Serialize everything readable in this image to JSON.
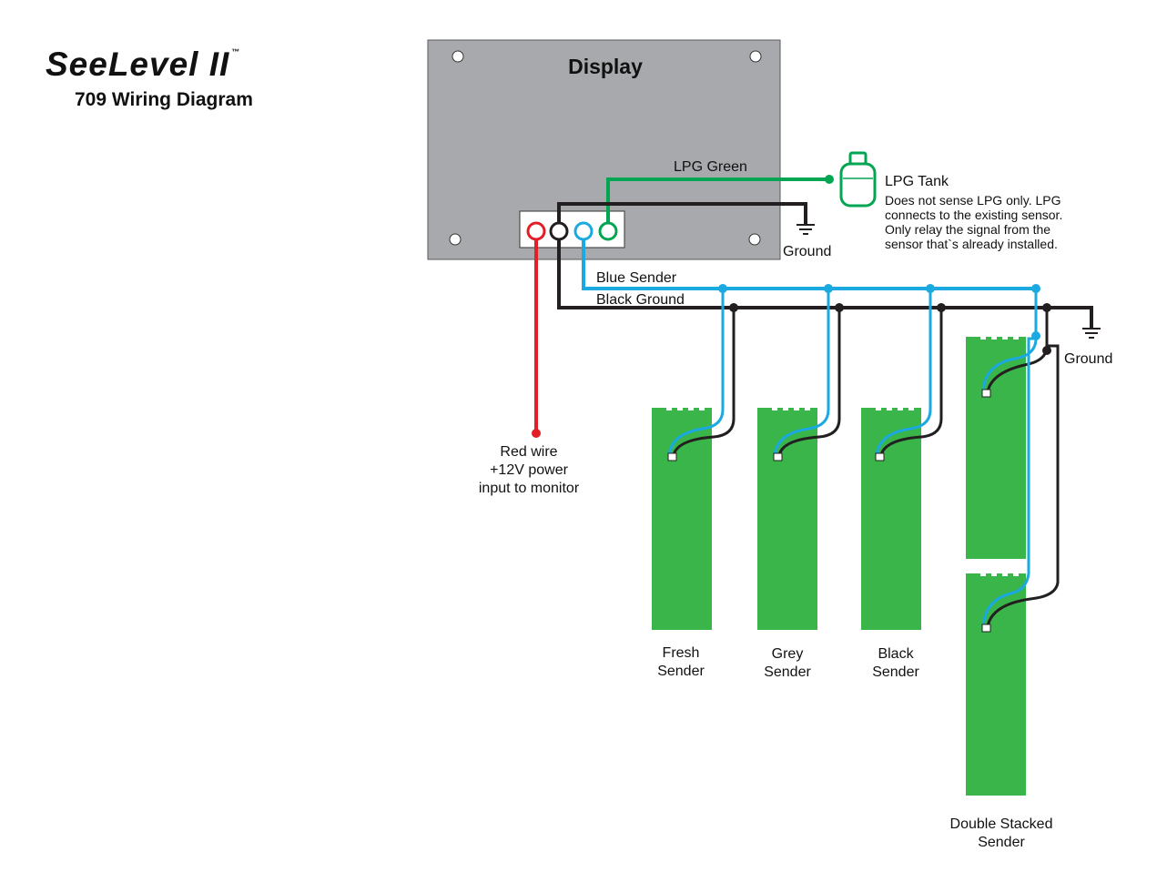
{
  "header": {
    "logo_text": "SeeLevel II",
    "trademark": "™",
    "subtitle": "709 Wiring Diagram"
  },
  "display": {
    "title": "Display",
    "terminals": [
      "red-terminal",
      "black-terminal",
      "blue-terminal",
      "green-terminal"
    ]
  },
  "wires": {
    "lpg_green": "LPG Green",
    "blue_sender": "Blue Sender",
    "black_ground": "Black Ground",
    "red_wire_line1": "Red wire",
    "red_wire_line2": "+12V power",
    "red_wire_line3": "input to monitor"
  },
  "lpg": {
    "title": "LPG Tank",
    "note_line1": "Does not sense LPG only. LPG",
    "note_line2": "connects to the existing sensor.",
    "note_line3": "Only relay the signal from the",
    "note_line4": "sensor that`s already installed."
  },
  "ground_labels": {
    "display_ground": "Ground",
    "bus_ground": "Ground"
  },
  "senders": [
    {
      "line1": "Fresh",
      "line2": "Sender"
    },
    {
      "line1": "Grey",
      "line2": "Sender"
    },
    {
      "line1": "Black",
      "line2": "Sender"
    },
    {
      "line1": "Double Stacked",
      "line2": "Sender"
    }
  ],
  "colors": {
    "display_gray": "#A7A9AC",
    "sender_green": "#3AB54A",
    "wire_blue": "#1BA9E1",
    "wire_red": "#E31E26",
    "wire_green": "#00A651",
    "wire_black": "#231F20"
  }
}
